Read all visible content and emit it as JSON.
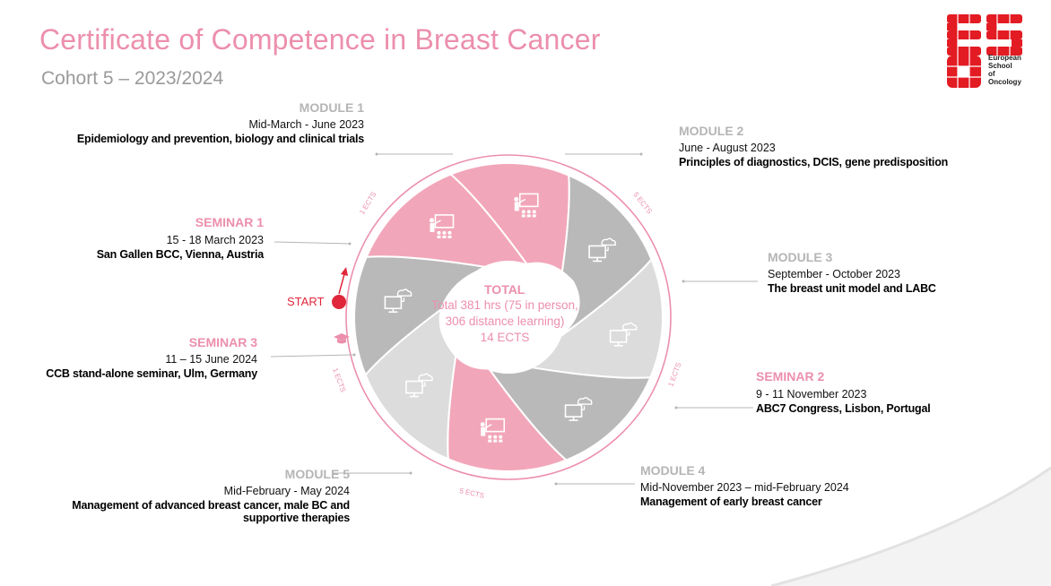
{
  "title": "Certificate of Competence in Breast Cancer",
  "subtitle": "Cohort 5 – 2023/2024",
  "logo": {
    "lines": [
      "European",
      "School",
      "of",
      "Oncology"
    ],
    "color": "#e31b23"
  },
  "colors": {
    "pink": "#ec8fac",
    "segment_pink": "#f2a6b9",
    "segment_dark": "#b9b9b9",
    "segment_light": "#dcdcdc",
    "start_red": "#e0263a"
  },
  "start_label": "START",
  "center": {
    "heading": "TOTAL",
    "line1": "Total 381 hrs (75 in person,",
    "line2": "306 distance learning)",
    "line3": "14 ECTS"
  },
  "ects_labels": [
    "1 ECTS",
    "5 ECTS",
    "1 ECTS",
    "5 ECTS",
    "1 ECTS"
  ],
  "items": {
    "module1": {
      "heading": "MODULE 1",
      "date": "Mid-March - June 2023",
      "desc": "Epidemiology and prevention, biology and clinical trials"
    },
    "module2": {
      "heading": "MODULE 2",
      "date": "June - August 2023",
      "desc": "Principles of diagnostics, DCIS, gene predisposition"
    },
    "module3": {
      "heading": "MODULE 3",
      "date": "September - October 2023",
      "desc": "The breast unit model and LABC"
    },
    "seminar1": {
      "heading": "SEMINAR 1",
      "date": "15 - 18 March 2023",
      "desc": "San Gallen BCC, Vienna, Austria"
    },
    "seminar2": {
      "heading": "SEMINAR 2",
      "date": "9 - 11 November 2023",
      "desc": "ABC7 Congress, Lisbon, Portugal"
    },
    "seminar3": {
      "heading": "SEMINAR 3",
      "date": "11 – 15 June 2024",
      "desc": "CCB stand-alone seminar, Ulm, Germany"
    },
    "module4": {
      "heading": "MODULE 4",
      "date": "Mid-November 2023 – mid-February 2024",
      "desc": "Management of early breast cancer"
    },
    "module5": {
      "heading": "MODULE 5",
      "date": "Mid-February - May 2024",
      "desc1": "Management of advanced breast cancer, male BC and",
      "desc2": "supportive therapies"
    }
  },
  "segments": [
    {
      "kind": "seminar",
      "icon": "classroom-icon"
    },
    {
      "kind": "module",
      "icon": "computer-cloud-icon"
    },
    {
      "kind": "module",
      "icon": "computer-cloud-icon"
    },
    {
      "kind": "module",
      "icon": "computer-cloud-icon"
    },
    {
      "kind": "seminar",
      "icon": "classroom-icon"
    },
    {
      "kind": "module",
      "icon": "computer-cloud-icon"
    },
    {
      "kind": "module",
      "icon": "computer-cloud-icon"
    },
    {
      "kind": "seminar",
      "icon": "classroom-icon"
    }
  ]
}
